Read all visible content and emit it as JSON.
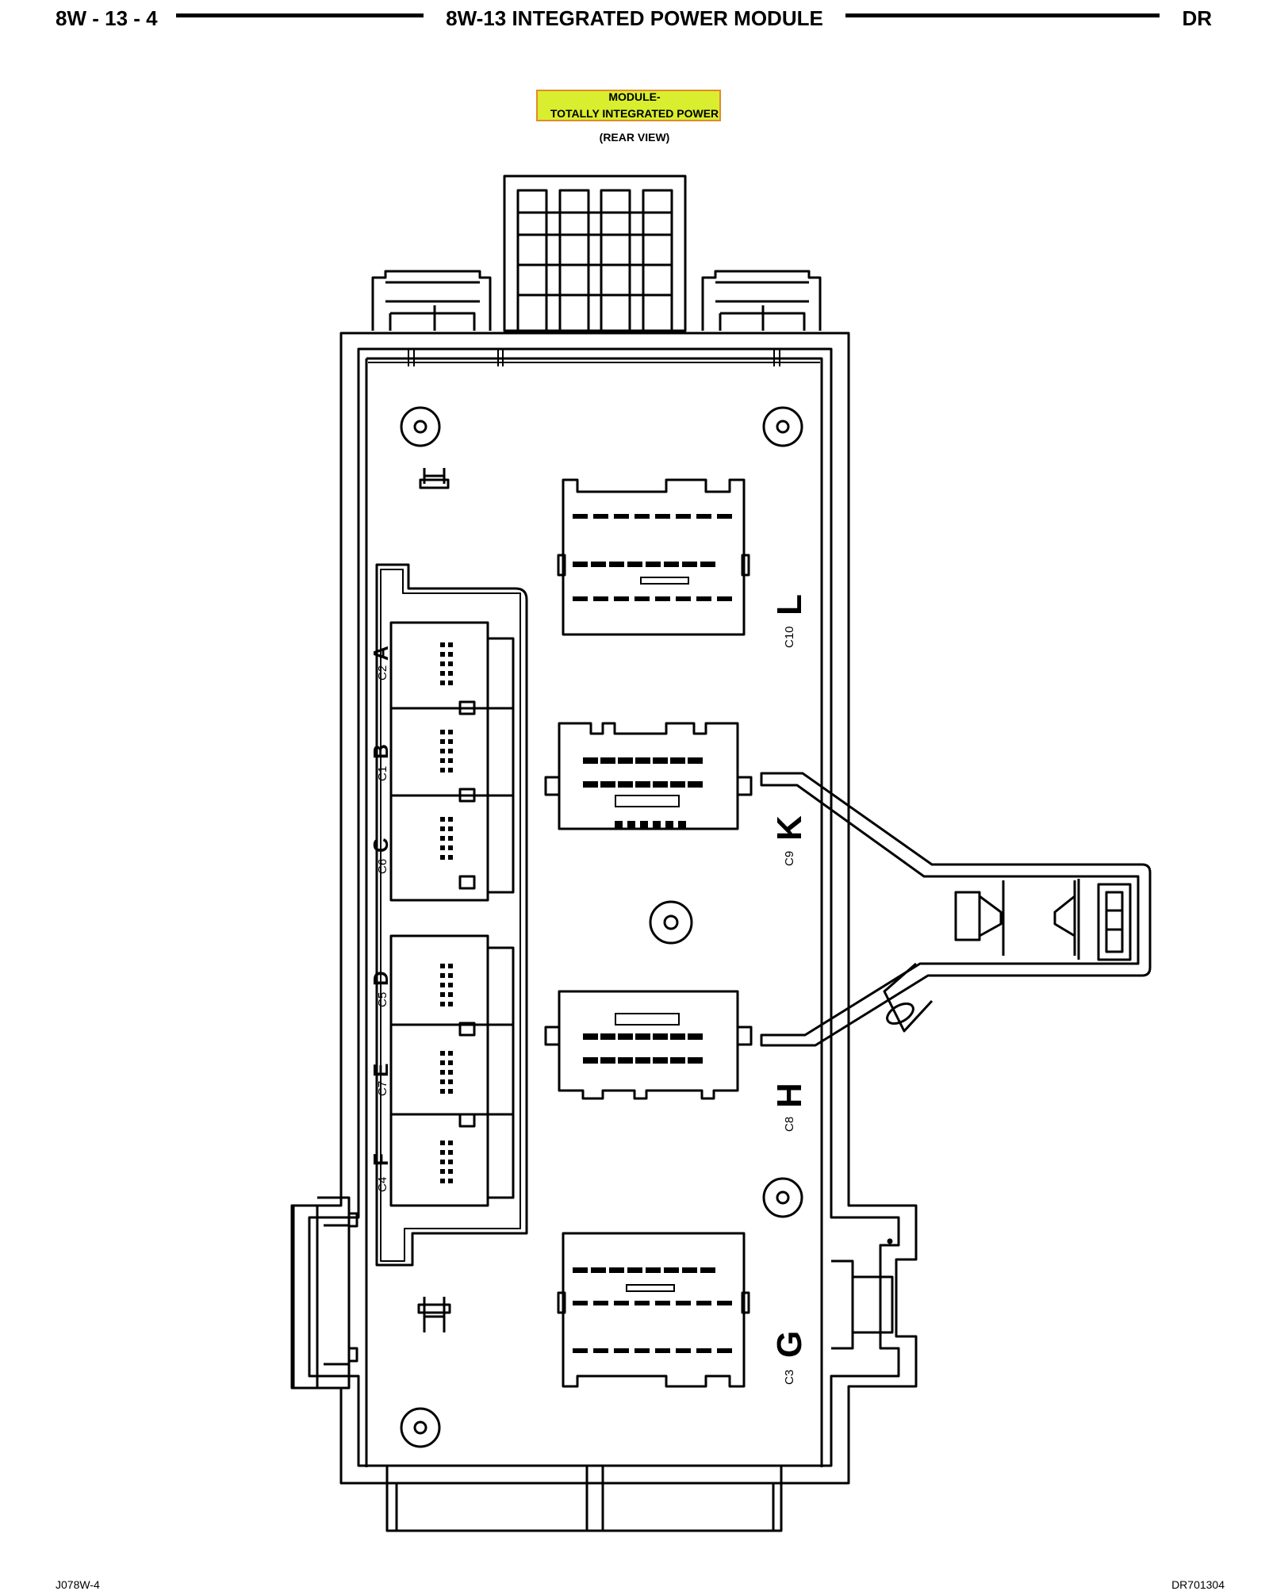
{
  "header": {
    "page_ref": "8W - 13 - 4",
    "title": "8W-13 INTEGRATED POWER MODULE",
    "code": "DR"
  },
  "module_label": {
    "line1": "MODULE-",
    "line2": "TOTALLY INTEGRATED POWER",
    "view": "(REAR VIEW)",
    "highlight_color": "#d9ee2e",
    "highlight_border": "#e08a2b"
  },
  "connectors": {
    "c2": {
      "id": "C2",
      "letter": "A"
    },
    "c1": {
      "id": "C1",
      "letter": "B"
    },
    "c6": {
      "id": "C6",
      "letter": "C"
    },
    "c5": {
      "id": "C5",
      "letter": "D"
    },
    "c7": {
      "id": "C7",
      "letter": "E"
    },
    "c4": {
      "id": "C4",
      "letter": "F"
    },
    "c10": {
      "id": "C10",
      "letter": "L"
    },
    "c9": {
      "id": "C9",
      "letter": "K"
    },
    "c8": {
      "id": "C8",
      "letter": "H"
    },
    "c3": {
      "id": "C3",
      "letter": "G"
    }
  },
  "footer": {
    "left": "J078W-4",
    "right": "DR701304"
  }
}
